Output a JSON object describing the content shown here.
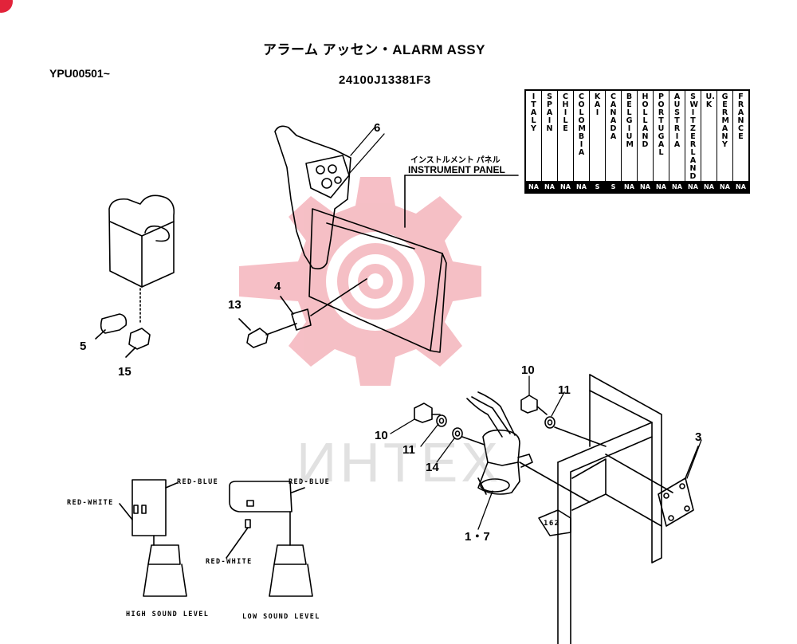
{
  "header": {
    "title": "アラーム アッセン・ALARM ASSY",
    "serial_range": "YPU00501~",
    "part_number": "24100J13381F3"
  },
  "instrument_panel": {
    "label_jp": "インストルメント パネル",
    "label_en": "INSTRUMENT PANEL"
  },
  "country_table": {
    "columns": [
      {
        "country": "ITALY",
        "code": "NA"
      },
      {
        "country": "SPAIN",
        "code": "NA"
      },
      {
        "country": "CHILE",
        "code": "NA"
      },
      {
        "country": "COLOMBIA",
        "code": "NA"
      },
      {
        "country": "KAI",
        "code": "S"
      },
      {
        "country": "CANADA",
        "code": "S"
      },
      {
        "country": "BELGIUM",
        "code": "NA"
      },
      {
        "country": "HOLLAND",
        "code": "NA"
      },
      {
        "country": "PORTUGAL",
        "code": "NA"
      },
      {
        "country": "AUSTRIA",
        "code": "NA"
      },
      {
        "country": "SWITZERLAND",
        "code": "NA"
      },
      {
        "country": "U.K",
        "code": "NA"
      },
      {
        "country": "GERMANY",
        "code": "NA"
      },
      {
        "country": "FRANCE",
        "code": "NA"
      }
    ]
  },
  "callouts": {
    "c6": "6",
    "c4": "4",
    "c13": "13",
    "c5": "5",
    "c15": "15",
    "c10a": "10",
    "c11a": "11",
    "c10b": "10",
    "c11b": "11",
    "c14": "14",
    "c17": "1・7",
    "c3": "3"
  },
  "wiring": {
    "red_white_1": "RED-WHITE",
    "red_blue_1": "RED-BLUE",
    "red_blue_2": "RED-BLUE",
    "red_white_2": "RED-WHITE",
    "high_level": "HIGH SOUND LEVEL",
    "low_level": "LOW SOUND LEVEL"
  },
  "bracket_code": "162",
  "watermark": "ИНТЕХ",
  "colors": {
    "watermark": "#f4b4bc",
    "logo": "#e2233a"
  }
}
